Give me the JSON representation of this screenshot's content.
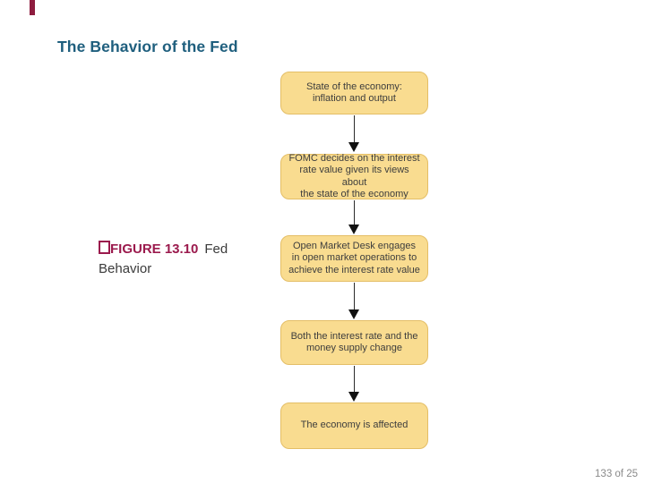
{
  "slide": {
    "title": "The Behavior of the Fed",
    "page_indicator": "133 of 25",
    "background_color": "#FFFFFF"
  },
  "figure_caption": {
    "label": "FIGURE 13.10",
    "title": "Fed Behavior",
    "label_color": "#9B1A4D",
    "text_color": "#3B3B3B"
  },
  "flowchart": {
    "box_fill": "#F9DC90",
    "box_border": "#E4BE66",
    "box_text_color": "#3D3D3D",
    "arrow_color": "#1A1A1A",
    "boxes": [
      {
        "text": "State of the economy:\ninflation and output"
      },
      {
        "text": "FOMC decides on the interest\nrate value given its views about\nthe state of the economy"
      },
      {
        "text": "Open Market Desk engages\nin open market operations to\nachieve the interest rate value"
      },
      {
        "text": "Both the interest rate and the\nmoney supply change"
      },
      {
        "text": "The economy is affected"
      }
    ]
  },
  "icons": {
    "figure_marker": "maroon-outline-square",
    "top_left_accent": "maroon-vertical-tick"
  },
  "colors": {
    "title": "#1F5F7E",
    "accent_tick": "#8E1C3F",
    "page_indicator": "#8A8A8A"
  }
}
